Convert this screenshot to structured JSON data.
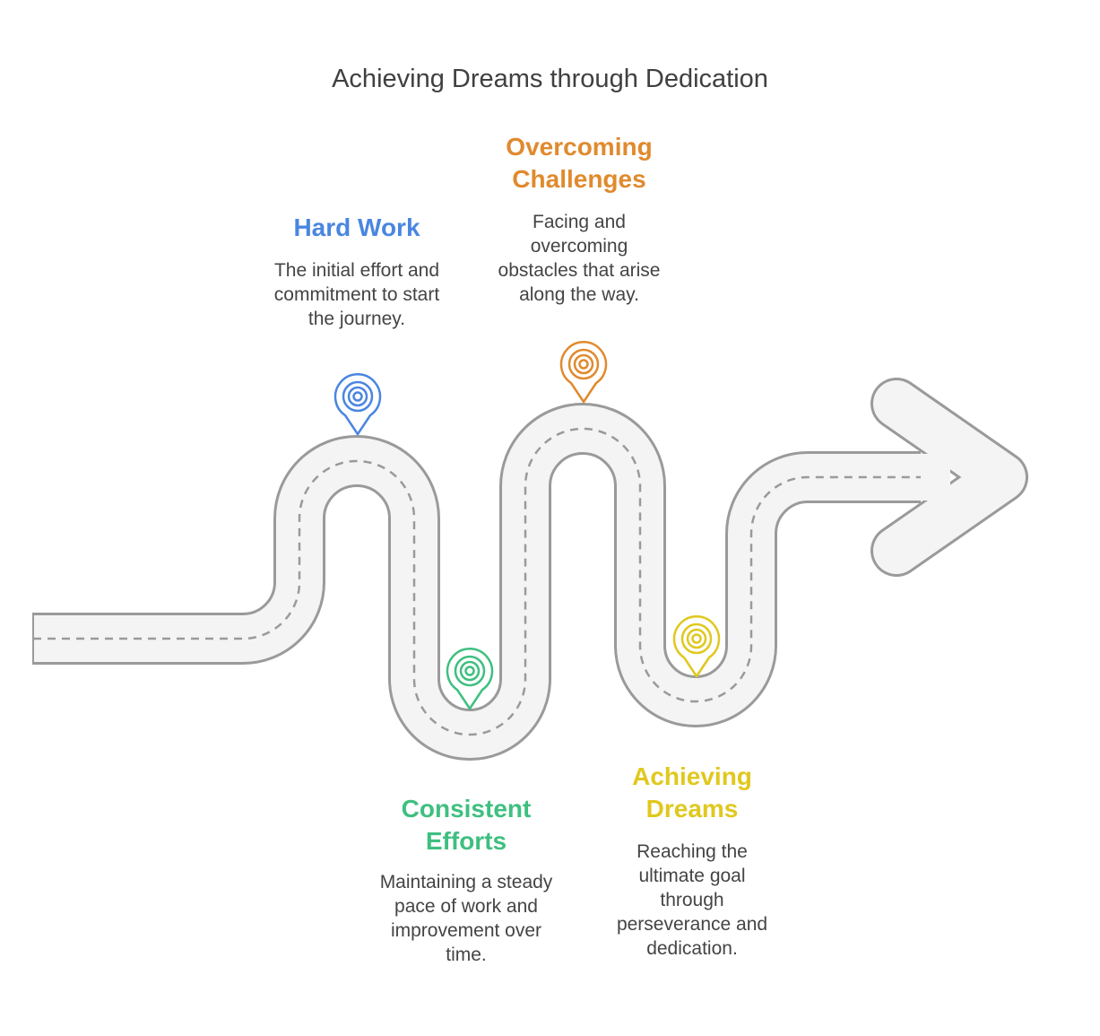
{
  "title": "Achieving Dreams through Dedication",
  "milestones": [
    {
      "heading": "Hard Work",
      "description": "The initial effort and commitment to start the journey.",
      "color": "#4a86e0"
    },
    {
      "heading": "Consistent Efforts",
      "description": "Maintaining a steady pace of work and improvement over time.",
      "color": "#3fbf80"
    },
    {
      "heading": "Overcoming Challenges",
      "description": "Facing and overcoming obstacles that arise along the way.",
      "color": "#e08a2e"
    },
    {
      "heading": "Achieving Dreams",
      "description": "Reaching the ultimate goal through perseverance and dedication.",
      "color": "#e0c81e"
    }
  ],
  "road": {
    "fill_color": "#f4f4f4",
    "edge_color": "#9a9a9a",
    "dash_color": "#9a9a9a"
  }
}
